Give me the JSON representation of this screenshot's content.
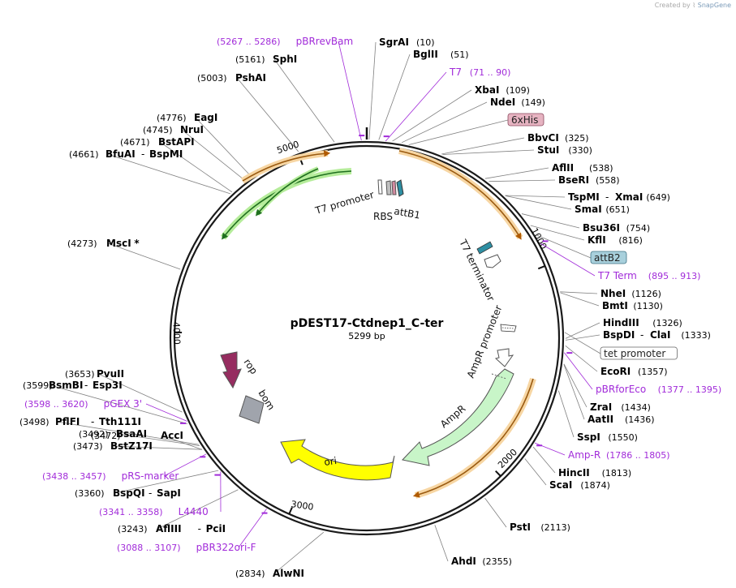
{
  "credit": {
    "prefix": "Created by",
    "brand": "SnapGene"
  },
  "plasmid": {
    "name": "pDEST17-Ctdnep1_C-ter",
    "size_label": "5299 bp",
    "length": 5299
  },
  "ticks": [
    {
      "pos": 1000,
      "label": "1000"
    },
    {
      "pos": 2000,
      "label": "2000"
    },
    {
      "pos": 3000,
      "label": "3000"
    },
    {
      "pos": 4000,
      "label": "4000"
    },
    {
      "pos": 5000,
      "label": "5000"
    }
  ],
  "colors": {
    "enzyme_text": "#000000",
    "primer_text": "#a12bd9",
    "leader_enzyme": "#808080",
    "leader_primer": "#a12bd9",
    "backbone": "#111111"
  },
  "sites": [
    {
      "name": "SgrAI",
      "pos": "(10)",
      "bp": 10
    },
    {
      "name": "BglII",
      "pos": "(51)",
      "bp": 51
    },
    {
      "name": "XbaI",
      "pos": "(109)",
      "bp": 109
    },
    {
      "name": "NdeI",
      "pos": "(149)",
      "bp": 149
    },
    {
      "name": "BbvCI",
      "pos": "(325)",
      "bp": 325
    },
    {
      "name": "StuI",
      "pos": "(330)",
      "bp": 330
    },
    {
      "name": "AflII",
      "pos": "(538)",
      "bp": 538
    },
    {
      "name": "BseRI",
      "pos": "(558)",
      "bp": 558
    },
    {
      "name": "TspMI",
      "name2": "XmaI",
      "pos": "(649)",
      "bp": 649
    },
    {
      "name": "SmaI",
      "pos": "(651)",
      "bp": 651
    },
    {
      "name": "Bsu36I",
      "pos": "(754)",
      "bp": 754
    },
    {
      "name": "KflI",
      "pos": "(816)",
      "bp": 816
    },
    {
      "name": "NheI",
      "pos": "(1126)",
      "bp": 1126
    },
    {
      "name": "BmtI",
      "pos": "(1130)",
      "bp": 1130
    },
    {
      "name": "HindIII",
      "pos": "(1326)",
      "bp": 1326
    },
    {
      "name": "BspDI",
      "name2": "ClaI",
      "pos": "(1333)",
      "bp": 1333
    },
    {
      "name": "EcoRI",
      "pos": "(1357)",
      "bp": 1357
    },
    {
      "name": "ZraI",
      "pos": "(1434)",
      "bp": 1434
    },
    {
      "name": "AatII",
      "pos": "(1436)",
      "bp": 1436
    },
    {
      "name": "SspI",
      "pos": "(1550)",
      "bp": 1550
    },
    {
      "name": "HincII",
      "pos": "(1813)",
      "bp": 1813
    },
    {
      "name": "ScaI",
      "pos": "(1874)",
      "bp": 1874
    },
    {
      "name": "PstI",
      "pos": "(2113)",
      "bp": 2113
    },
    {
      "name": "AhdI",
      "pos": "(2355)",
      "bp": 2355
    },
    {
      "name": "AlwNI",
      "pos": "(2834)",
      "bp": 2834
    },
    {
      "name": "AflIII",
      "name2": "PciI",
      "pos": "(3243)",
      "bp": 3243
    },
    {
      "name": "BspQI",
      "name2": "SapI",
      "pos": "(3360)",
      "bp": 3360
    },
    {
      "name": "AccI",
      "pos": "(3472)",
      "bp": 3472
    },
    {
      "name": "BstZ17I",
      "pos": "(3473)",
      "bp": 3473
    },
    {
      "name": "BsaAI",
      "pos": "(3492)",
      "bp": 3492
    },
    {
      "name": "PflFI",
      "name2": "Tth111I",
      "pos": "(3498)",
      "bp": 3498
    },
    {
      "name": "BsmBI",
      "name2": "Esp3I",
      "pos": "(3599)",
      "bp": 3599
    },
    {
      "name": "PvuII",
      "pos": "(3653)",
      "bp": 3653
    },
    {
      "name": "MscI",
      "pos": "(4273)",
      "bp": 4273,
      "suffix": "*"
    },
    {
      "name": "BfuAI",
      "name2": "BspMI",
      "pos": "(4661)",
      "bp": 4661
    },
    {
      "name": "BstAPI",
      "pos": "(4671)",
      "bp": 4671
    },
    {
      "name": "NruI",
      "pos": "(4745)",
      "bp": 4745
    },
    {
      "name": "EagI",
      "pos": "(4776)",
      "bp": 4776
    },
    {
      "name": "PshAI",
      "pos": "(5003)",
      "bp": 5003
    },
    {
      "name": "SphI",
      "pos": "(5161)",
      "bp": 5161
    }
  ],
  "primers": [
    {
      "name": "T7",
      "range": "(71 .. 90)",
      "bp": 80
    },
    {
      "name": "T7 Term",
      "range": "(895 .. 913)",
      "bp": 904
    },
    {
      "name": "pBRforEco",
      "range": "(1377 .. 1395)",
      "bp": 1386
    },
    {
      "name": "Amp-R",
      "range": "(1786 .. 1805)",
      "bp": 1795
    },
    {
      "name": "pRS-marker",
      "range": "(3438 .. 3457)",
      "bp": 3447
    },
    {
      "name": "L4440",
      "range": "(3341 .. 3358)",
      "bp": 3350
    },
    {
      "name": "pBR322ori-F",
      "range": "(3088 .. 3107)",
      "bp": 3097
    },
    {
      "name": "pGEX 3'",
      "range": "(3598 .. 3620)",
      "bp": 3609
    },
    {
      "name": "pBRrevBam",
      "range": "(5267 .. 5286)",
      "bp": 5276
    }
  ],
  "boxed_labels": [
    {
      "name": "6xHis",
      "fill": "#e6b3c1",
      "stroke": "#8b4a5e"
    },
    {
      "name": "attB2",
      "fill": "#a8d0dc",
      "stroke": "#3d7284"
    },
    {
      "name": "tet promoter",
      "fill": "#ffffff",
      "stroke": "#666666"
    }
  ],
  "features": [
    {
      "name": "T7 promoter",
      "color": "#ffffff"
    },
    {
      "name": "RBS",
      "color": "#ffffff"
    },
    {
      "name": "attB1",
      "color": "#2e8fa3"
    },
    {
      "name": "T7 terminator",
      "color": "#2e8fa3"
    },
    {
      "name": "AmpR promoter",
      "color": "#ffffff"
    },
    {
      "name": "AmpR",
      "color": "#c8f5c8"
    },
    {
      "name": "ori",
      "color": "#ffff00"
    },
    {
      "name": "bom",
      "color": "#a0a4ac"
    },
    {
      "name": "rop",
      "color": "#962d60"
    }
  ]
}
